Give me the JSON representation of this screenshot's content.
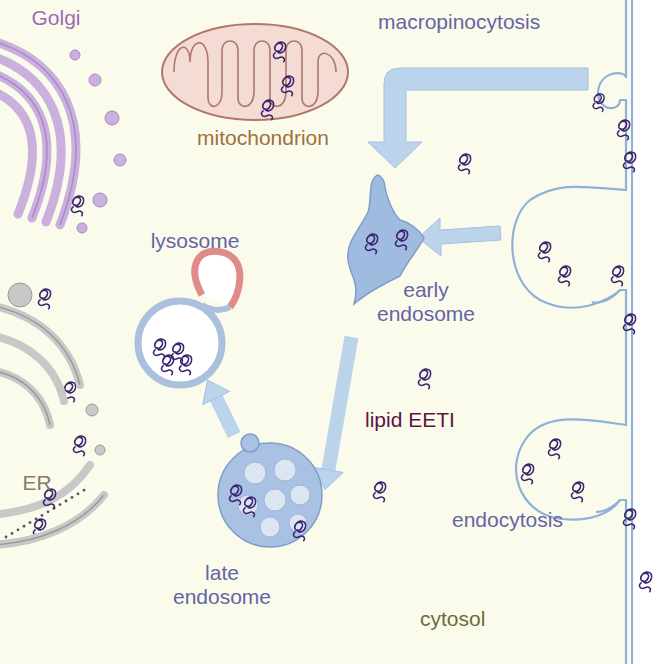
{
  "diagram": {
    "nodes": [
      {
        "text": [
          "Golgi"
        ]
      },
      {
        "text": [
          "mitochondrion"
        ]
      },
      {
        "text": [
          "lysosome"
        ]
      },
      {
        "text": [
          "early endosome"
        ]
      },
      {
        "text": [
          "ER"
        ]
      },
      {
        "text": [
          "late endosome"
        ]
      }
    ],
    "edges": [
      {
        "from": 3,
        "to": 5,
        "arrow": "to"
      },
      {
        "from": 5,
        "to": 2,
        "arrow": "to"
      }
    ],
    "labels": [
      "macropinocytosis",
      "lipid EETI",
      "endocytosis",
      "cytosol"
    ]
  }
}
